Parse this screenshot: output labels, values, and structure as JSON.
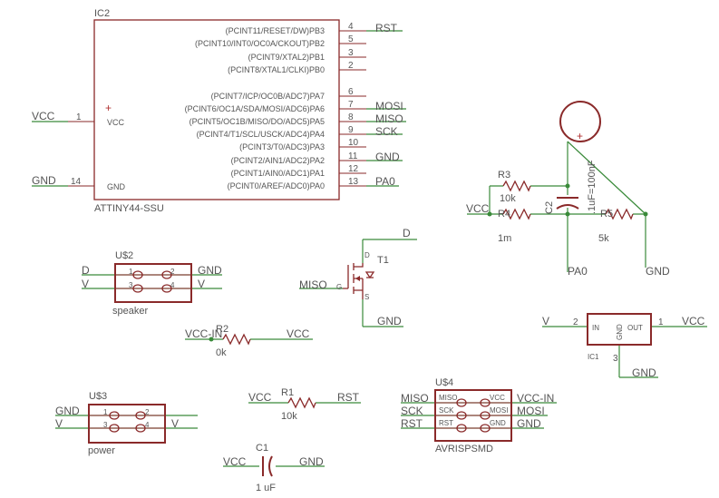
{
  "ic2": {
    "name": "IC2",
    "value": "ATTINY44-SSU",
    "left_pins": [
      {
        "num": "1",
        "name": "VCC",
        "net": "VCC"
      },
      {
        "num": "14",
        "name": "GND",
        "net": "GND"
      }
    ],
    "right_pins": [
      {
        "num": "4",
        "name": "(PCINT11/RESET/DW)PB3",
        "net": "RST"
      },
      {
        "num": "5",
        "name": "(PCINT10/INT0/OC0A/CKOUT)PB2",
        "net": ""
      },
      {
        "num": "3",
        "name": "(PCINT9/XTAL2)PB1",
        "net": ""
      },
      {
        "num": "2",
        "name": "(PCINT8/XTAL1/CLKI)PB0",
        "net": ""
      },
      {
        "num": "6",
        "name": "(PCINT7/ICP/OC0B/ADC7)PA7",
        "net": ""
      },
      {
        "num": "7",
        "name": "(PCINT6/OC1A/SDA/MOSI/ADC6)PA6",
        "net": "MOSI"
      },
      {
        "num": "8",
        "name": "(PCINT5/OC1B/MISO/DO/ADC5)PA5",
        "net": "MISO"
      },
      {
        "num": "9",
        "name": "(PCINT4/T1/SCL/USCK/ADC4)PA4",
        "net": "SCK"
      },
      {
        "num": "10",
        "name": "(PCINT3/T0/ADC3)PA3",
        "net": ""
      },
      {
        "num": "11",
        "name": "(PCINT2/AIN1/ADC2)PA2",
        "net": "GND"
      },
      {
        "num": "12",
        "name": "(PCINT1/AIN0/ADC1)PA1",
        "net": ""
      },
      {
        "num": "13",
        "name": "(PCINT0/AREF/ADC0)PA0",
        "net": "PA0"
      }
    ]
  },
  "sensor": {
    "r3_name": "R3",
    "r3_value": "10k",
    "r4_name": "R4",
    "r4_value": "1m",
    "r5_name": "R5",
    "r5_value": "5k",
    "c2_name": "C2",
    "c2_value": ".1uF=100nF",
    "plus": "+",
    "net_vcc": "VCC",
    "net_pa0": "PA0",
    "net_gnd": "GND"
  },
  "speaker": {
    "name": "U$2",
    "label": "speaker",
    "pins": [
      "1",
      "2",
      "3",
      "4"
    ],
    "nets": [
      "D",
      "GND",
      "V",
      "V"
    ]
  },
  "transistor": {
    "name": "T1",
    "d": "D",
    "g": "G",
    "s": "S",
    "net_d": "D",
    "net_g": "MISO",
    "net_s": "GND"
  },
  "regulator": {
    "name": "IC1",
    "in": "IN",
    "out": "OUT",
    "gnd": "GND",
    "pin_in": "2",
    "pin_out": "1",
    "pin_gnd": "3",
    "net_in": "V",
    "net_out": "VCC",
    "net_gnd": "GND"
  },
  "r2": {
    "name": "R2",
    "value": "0k",
    "net_left": "VCC-IN",
    "net_right": "VCC"
  },
  "power": {
    "name": "U$3",
    "label": "power",
    "pins": [
      "1",
      "2",
      "3",
      "4"
    ],
    "nets": [
      "GND",
      "V",
      "V"
    ]
  },
  "r1": {
    "name": "R1",
    "value": "10k",
    "net_left": "VCC",
    "net_right": "RST"
  },
  "c1": {
    "name": "C1",
    "value": "1 uF",
    "net_left": "VCC",
    "net_right": "GND"
  },
  "isp": {
    "name": "U$4",
    "value": "AVRISPSMD",
    "pin_labels": [
      "MISO",
      "VCC",
      "SCK",
      "MOSI",
      "RST",
      "GND"
    ],
    "nets_left": [
      "MISO",
      "SCK",
      "RST"
    ],
    "nets_right": [
      "VCC-IN",
      "MOSI",
      "GND"
    ]
  }
}
